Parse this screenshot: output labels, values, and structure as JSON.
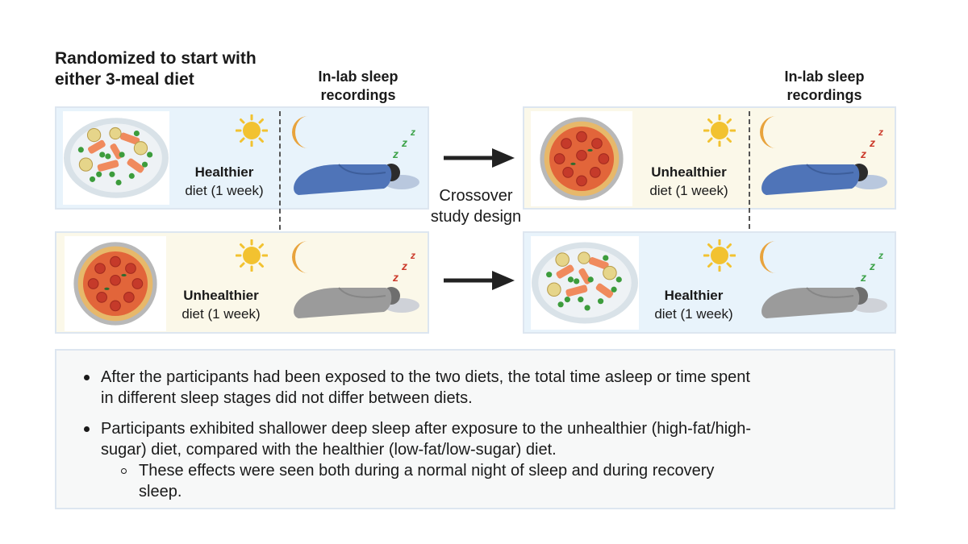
{
  "title": "Randomized to start with either 3-meal diet",
  "lab_title": "In-lab sleep recordings",
  "crossover_label": "Crossover study design",
  "rows": {
    "left_top": {
      "name": "Healthier",
      "duration": "diet (1 week)",
      "food": "healthy-plate",
      "sleeper_color": "blue",
      "zzz_color": "green"
    },
    "left_bottom": {
      "name": "Unhealthier",
      "duration": "diet (1 week)",
      "food": "pizza",
      "sleeper_color": "gray",
      "zzz_color": "red"
    },
    "right_top": {
      "name": "Unhealthier",
      "duration": "diet (1 week)",
      "food": "pizza",
      "sleeper_color": "blue",
      "zzz_color": "red"
    },
    "right_bottom": {
      "name": "Healthier",
      "duration": "diet (1 week)",
      "food": "healthy-plate",
      "sleeper_color": "gray",
      "zzz_color": "green"
    }
  },
  "findings": [
    "After the participants had been exposed to the two diets, the total time asleep or time spent",
    "in different sleep stages did not differ between diets.",
    "Participants exhibited shallower deep sleep after exposure to the unhealthier (high-fat/high-",
    "sugar) diet, compared with the healthier (low-fat/low-sugar) diet.",
    "These effects were seen both during a normal night of sleep and during recovery",
    "sleep."
  ],
  "colors": {
    "healthy_bg": "#e8f3fb",
    "unhealthy_bg": "#fbf8e9",
    "sun": "#f2c230",
    "moon": "#e8a33c",
    "zzz_green": "#3ea34a",
    "zzz_red": "#cc3b2c",
    "blanket_blue": "#4f74b8",
    "blanket_gray": "#9b9b9b",
    "arrow": "#222222"
  }
}
